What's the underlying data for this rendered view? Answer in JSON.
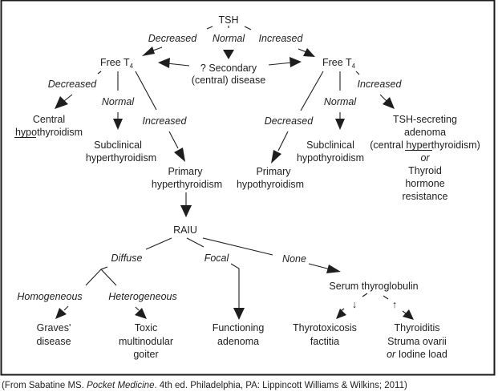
{
  "diagram": {
    "root": "TSH",
    "tsh_branches": {
      "decreased": "Decreased",
      "normal": "Normal",
      "increased": "Increased"
    },
    "secondary": {
      "line1": "? Secondary",
      "line2": "(central) disease"
    },
    "left_free_t4": {
      "label": "Free T",
      "subscript": "4"
    },
    "right_free_t4": {
      "label": "Free T",
      "subscript": "4"
    },
    "left_branches": {
      "decreased": "Decreased",
      "normal": "Normal",
      "increased": "Increased"
    },
    "right_branches": {
      "decreased": "Decreased",
      "normal": "Normal",
      "increased": "Increased"
    },
    "central_hypo": {
      "line1": "Central",
      "underlined": "hypo",
      "rest": "thyroidism"
    },
    "subclinical_hyper": {
      "line1": "Subclinical",
      "line2": "hyperthyroidism"
    },
    "primary_hyper": {
      "line1": "Primary",
      "line2": "hyperthyroidism"
    },
    "primary_hypo": {
      "line1": "Primary",
      "line2": "hypothyroidism"
    },
    "subclinical_hypo": {
      "line1": "Subclinical",
      "line2": "hypothyroidism"
    },
    "tsh_adenoma": {
      "line1": "TSH-secreting",
      "line2": "adenoma",
      "line3_pre": "(central ",
      "line3_underlined": "hyper",
      "line3_post": "thyroidism)",
      "or": "or",
      "line5": "Thyroid",
      "line6": "hormone",
      "line7": "resistance"
    },
    "raiu": "RAIU",
    "raiu_branches": {
      "diffuse": "Diffuse",
      "focal": "Focal",
      "none": "None"
    },
    "diffuse_branches": {
      "homogeneous": "Homogeneous",
      "heterogeneous": "Heterogeneous"
    },
    "graves": {
      "line1": "Graves'",
      "line2": "disease"
    },
    "toxic_mng": {
      "line1": "Toxic",
      "line2": "multinodular",
      "line3": "goiter"
    },
    "functioning_adenoma": {
      "line1": "Functioning",
      "line2": "adenoma"
    },
    "serum_tg": "Serum thyroglobulin",
    "tg_down": "↓",
    "tg_up": "↑",
    "factitia": {
      "line1": "Thyrotoxicosis",
      "line2": "factitia"
    },
    "thyroiditis": {
      "line1": "Thyroiditis",
      "line2": "Struma ovarii",
      "line3_or": "or",
      "line3_rest": " Iodine load"
    }
  },
  "caption": {
    "pre": "(From Sabatine MS. ",
    "title": "Pocket Medicine",
    "post": ". 4th ed. Philadelphia, PA: Lippincott Williams & Wilkins; 2011)"
  }
}
